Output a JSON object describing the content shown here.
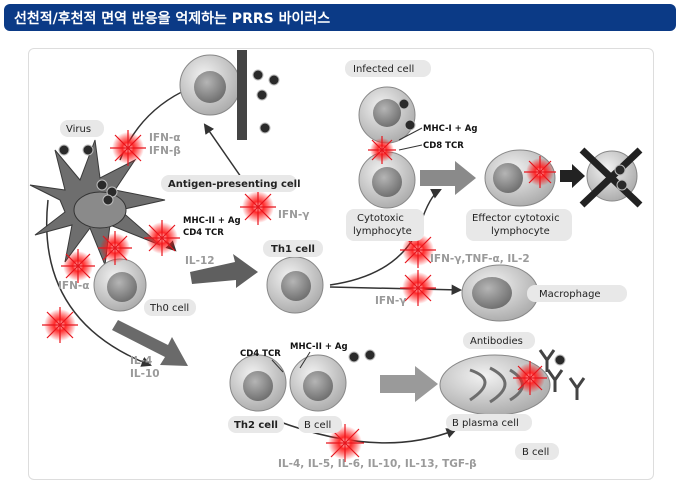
{
  "title": "선천적/후천적 면역 반응을 억제하는 PRRS 바이러스",
  "labels": {
    "virus": "Virus",
    "ifn_ab_1": "IFN-α",
    "ifn_ab_2": "IFN-β",
    "apc": "Antigen-presenting cell",
    "mhc2_apc": "MHC-II + Ag",
    "cd4tcr_apc": "CD4 TCR",
    "ifng_apc": "IFN-γ",
    "th1": "Th1 cell",
    "il12": "IL-12",
    "ifna_left": "IFN-α",
    "th0": "Th0 cell",
    "il4_1": "IL-4",
    "il4_2": "IL-10",
    "infected": "Infected cell",
    "mhc1": "MHC-I + Ag",
    "cd8tcr": "CD8 TCR",
    "ctl_1": "Cytotoxic",
    "ctl_2": "lymphocyte",
    "effector_1": "Effector cytotoxic",
    "effector_2": "lymphocyte",
    "ifng_tnf": "IFN-γ,TNF-α, IL-2",
    "ifng_mac": "IFN-γ",
    "macrophage": "Macrophage",
    "antibodies": "Antibodies",
    "cd4tcr_b": "CD4 TCR",
    "mhc2_b": "MHC-II + Ag",
    "th2": "Th2 cell",
    "bcell": "B cell",
    "plasma": "B plasma cell",
    "bcell2": "B cell",
    "cytokines": "IL-4, IL-5, IL-6, IL-10, IL-13, TGF-β"
  },
  "colors": {
    "title_bg": "#0b3a86",
    "title_text": "#ffffff",
    "burst": "#e8141c",
    "cell": "#d6d6d6",
    "nucleus": "#8c8c8c",
    "apc_body": "#6e6e6e",
    "arrow": "#333333"
  }
}
